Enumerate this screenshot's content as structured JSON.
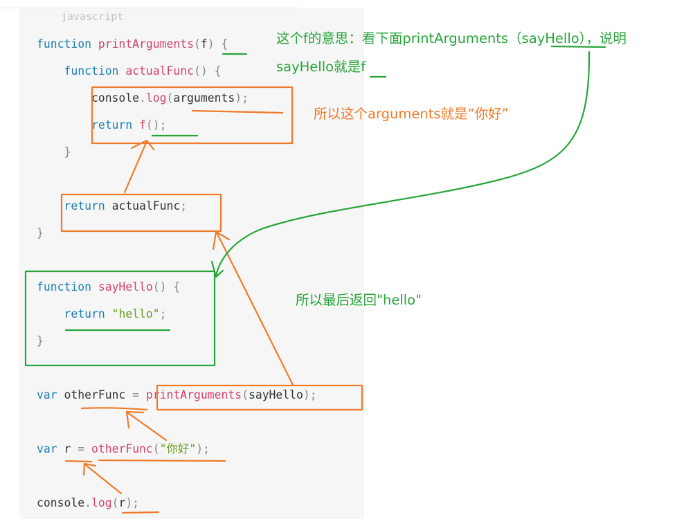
{
  "code_block": {
    "language_label": "javascript",
    "lines": {
      "l1": {
        "kw": "function",
        "name": "printArguments",
        "open": "(",
        "param": "f",
        "close": ")",
        "brace": "{"
      },
      "l2": {
        "kw": "function",
        "name": "actualFunc",
        "rest": "() {"
      },
      "l3": {
        "obj": "console",
        "dot": ".",
        "method": "log",
        "open": "(",
        "arg": "arguments",
        "close": ");"
      },
      "l4": {
        "kw": "return",
        "call": "f",
        "rest": "();"
      },
      "l5": {
        "brace": "}"
      },
      "l6": {
        "kw": "return",
        "ident": "actualFunc",
        "semi": ";"
      },
      "l7": {
        "brace": "}"
      },
      "l8": {
        "kw": "function",
        "name": "sayHello",
        "rest": "() {"
      },
      "l9": {
        "kw": "return",
        "string": "\"hello\"",
        "semi": ";"
      },
      "l10": {
        "brace": "}"
      },
      "l11": {
        "kw": "var",
        "ident": "otherFunc",
        "eq": "=",
        "call": "printArguments",
        "open": "(",
        "arg": "sayHello",
        "close": ");"
      },
      "l12": {
        "kw": "var",
        "ident": "r",
        "eq": "=",
        "call": "otherFunc",
        "open": "(",
        "string": "\"你好\"",
        "close": ");"
      },
      "l13": {
        "obj": "console",
        "dot": ".",
        "method": "log",
        "open": "(",
        "arg": "r",
        "close": ");"
      }
    }
  },
  "annotations": {
    "note_f_line1": "这个f的意思：看下面printArguments（sayHello），说明",
    "note_f_line2": "sayHello就是f",
    "note_arguments": "所以这个arguments就是“你好”",
    "note_hello": "所以最后返回\"hello\""
  },
  "colors": {
    "background": "#ffffff",
    "code_background": "#f6f6f6",
    "keyword": "#1a7fb0",
    "function_name": "#d0446c",
    "string": "#6a9a1f",
    "annotation_green": "#28a53a",
    "annotation_orange": "#f07a2a"
  }
}
